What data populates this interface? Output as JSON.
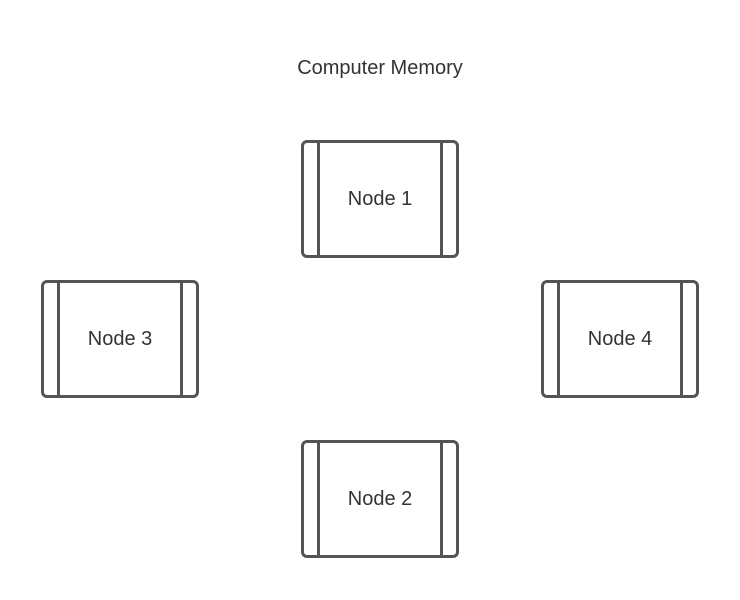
{
  "diagram": {
    "title": "Computer Memory",
    "nodes": [
      {
        "label": "Node 1"
      },
      {
        "label": "Node 2"
      },
      {
        "label": "Node 3"
      },
      {
        "label": "Node 4"
      }
    ]
  },
  "colors": {
    "stroke": "#545454",
    "text": "#333333",
    "background": "#ffffff"
  }
}
